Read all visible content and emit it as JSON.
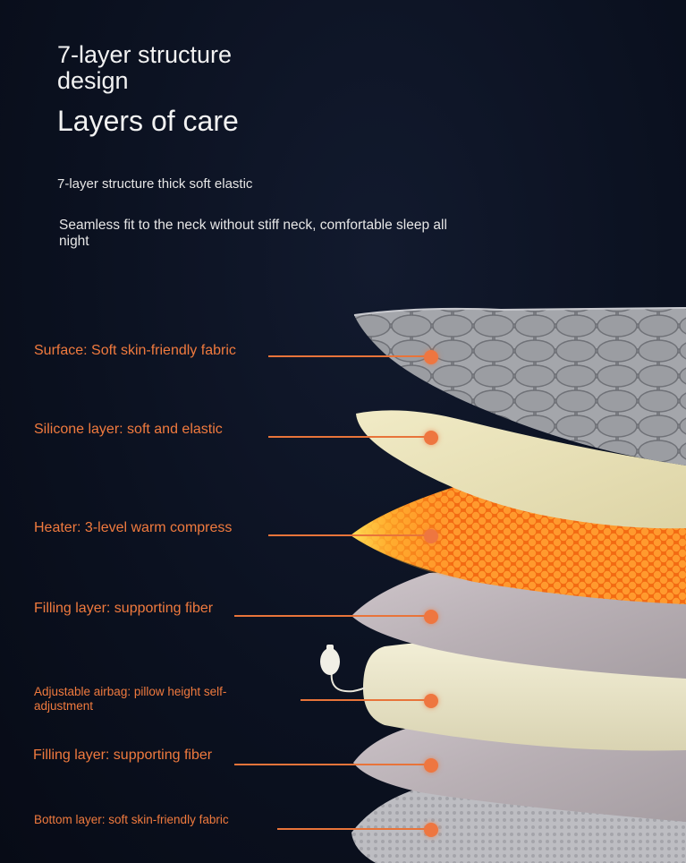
{
  "header": {
    "title_line": "7-layer structure design",
    "subtitle": "Layers of care"
  },
  "description": {
    "line1": "7-layer structure thick soft elastic",
    "line2": "Seamless fit to the neck without stiff neck, comfortable sleep all night"
  },
  "layers": [
    {
      "label": "Surface: Soft skin-friendly fabric"
    },
    {
      "label": "Silicone layer: soft and elastic"
    },
    {
      "label": "Heater: 3-level warm compress"
    },
    {
      "label": "Filling layer: supporting fiber"
    },
    {
      "label": "Adjustable airbag: pillow height self-adjustment"
    },
    {
      "label": "Filling layer: supporting fiber"
    },
    {
      "label": "Bottom layer: soft skin-friendly fabric"
    }
  ],
  "colors": {
    "background": "#0b1120",
    "accent": "#ee7640",
    "heading": "#f2f2f2"
  }
}
